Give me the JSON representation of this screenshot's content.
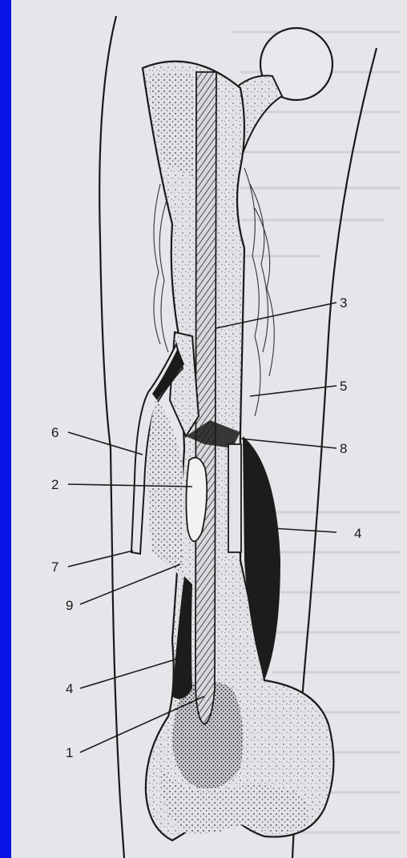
{
  "figure": {
    "background": "#0a14e6",
    "panel_color": "#e6e6ea",
    "ink": "#1a1a1a",
    "callouts": [
      {
        "id": "label-1",
        "text": "1"
      },
      {
        "id": "label-2",
        "text": "2"
      },
      {
        "id": "label-3",
        "text": "3"
      },
      {
        "id": "label-4a",
        "text": "4"
      },
      {
        "id": "label-4b",
        "text": "4"
      },
      {
        "id": "label-5",
        "text": "5"
      },
      {
        "id": "label-6",
        "text": "6"
      },
      {
        "id": "label-7",
        "text": "7"
      },
      {
        "id": "label-8",
        "text": "8"
      },
      {
        "id": "label-9",
        "text": "9"
      }
    ]
  }
}
